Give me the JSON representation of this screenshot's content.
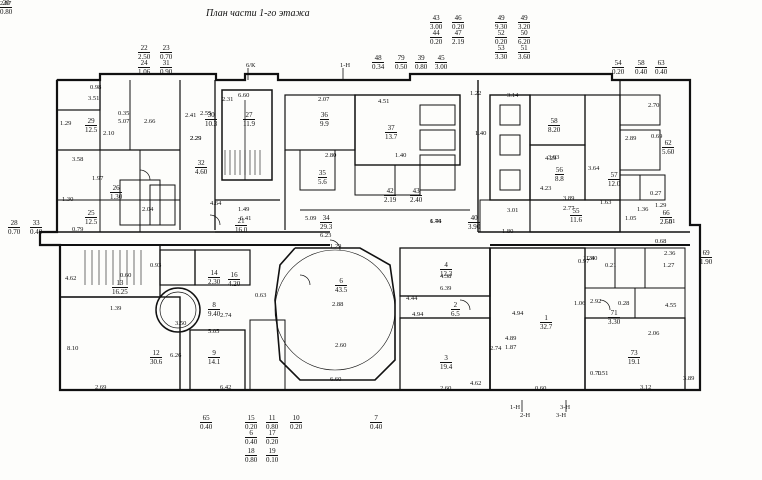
{
  "title": "План части 1-го этажа",
  "rooms": [
    {
      "num": "22",
      "area": "2.50"
    },
    {
      "num": "23",
      "area": "0.70"
    },
    {
      "num": "24",
      "area": "1.06"
    },
    {
      "num": "31",
      "area": "0.90"
    },
    {
      "num": "28",
      "area": "0.70"
    },
    {
      "num": "33",
      "area": "0.40"
    },
    {
      "num": "29",
      "area": "12.5"
    },
    {
      "num": "30",
      "area": "10.3"
    },
    {
      "num": "27",
      "area": "11.9"
    },
    {
      "num": "36",
      "area": "9.9"
    },
    {
      "num": "37",
      "area": "13.7"
    },
    {
      "num": "25",
      "area": "12.5"
    },
    {
      "num": "26",
      "area": "1.30"
    },
    {
      "num": "32",
      "area": "4.60"
    },
    {
      "num": "34",
      "area": "29.3"
    },
    {
      "num": "35",
      "area": "5.6"
    },
    {
      "num": "21",
      "area": "16.0"
    },
    {
      "num": "40",
      "area": "3.90"
    },
    {
      "num": "42",
      "area": "2.19"
    },
    {
      "num": "43",
      "area": "2.40"
    },
    {
      "num": "13",
      "area": "16.25"
    },
    {
      "num": "14",
      "area": "2.30"
    },
    {
      "num": "16",
      "area": "4.20"
    },
    {
      "num": "8",
      "area": "9.40"
    },
    {
      "num": "6",
      "area": "43.5"
    },
    {
      "num": "4",
      "area": "12.3"
    },
    {
      "num": "12",
      "area": "30.6"
    },
    {
      "num": "9",
      "area": "14.1"
    },
    {
      "num": "3",
      "area": "19.4"
    },
    {
      "num": "1",
      "area": "32.7"
    },
    {
      "num": "56",
      "area": "8.8"
    },
    {
      "num": "55",
      "area": "11.6"
    },
    {
      "num": "57",
      "area": "12.0"
    },
    {
      "num": "58",
      "area": "8.20"
    },
    {
      "num": "71",
      "area": "3.30"
    },
    {
      "num": "73",
      "area": "19.1"
    },
    {
      "num": "66",
      "area": "2.50"
    },
    {
      "num": "69",
      "area": "1.90"
    },
    {
      "num": "62",
      "area": "5.60"
    },
    {
      "num": "2",
      "area": "6.5"
    },
    {
      "num": "43",
      "area": "3.00"
    },
    {
      "num": "46",
      "area": "0.20"
    },
    {
      "num": "44",
      "area": "0.20"
    },
    {
      "num": "47",
      "area": "2.19"
    },
    {
      "num": "48",
      "area": "0.34"
    },
    {
      "num": "79",
      "area": "0.50"
    },
    {
      "num": "39",
      "area": "0.80"
    },
    {
      "num": "45",
      "area": "3.00"
    },
    {
      "num": "49",
      "area": "9.30"
    },
    {
      "num": "49",
      "area": "3.20"
    },
    {
      "num": "52",
      "area": "0.20"
    },
    {
      "num": "50",
      "area": "6.20"
    },
    {
      "num": "53",
      "area": "3.30"
    },
    {
      "num": "51",
      "area": "3.60"
    },
    {
      "num": "54",
      "area": "0.20"
    },
    {
      "num": "58",
      "area": "0.40"
    },
    {
      "num": "63",
      "area": "0.40"
    },
    {
      "num": "65",
      "area": "0.40"
    },
    {
      "num": "15",
      "area": "0.20"
    },
    {
      "num": "11",
      "area": "0.80"
    },
    {
      "num": "10",
      "area": "0.20"
    },
    {
      "num": "7",
      "area": "0.40"
    },
    {
      "num": "6",
      "area": "0.40"
    },
    {
      "num": "17",
      "area": "0.20"
    },
    {
      "num": "18",
      "area": "0.80"
    },
    {
      "num": "19",
      "area": "0.10"
    },
    {
      "num": "20",
      "area": "0.80"
    }
  ],
  "dimensions": [
    "3.51",
    "2.31",
    "2.07",
    "4.51",
    "2.29",
    "2.10",
    "5.07",
    "2.41",
    "2.66",
    "1.22",
    "0.98",
    "2.29",
    "0.35",
    "2.55",
    "1.30",
    "1.29",
    "3.58",
    "1.97",
    "0.79",
    "2.04",
    "1.49",
    "2.80",
    "1.40",
    "1.40",
    "6.46",
    "6.23",
    "5.09",
    "1.74",
    "1.29",
    "0.93",
    "4.62",
    "1.39",
    "2.74",
    "5.05",
    "3.50",
    "2.88",
    "2.60",
    "6.60",
    "4.38",
    "6.39",
    "4.44",
    "4.94",
    "2.60",
    "4.62",
    "4.94",
    "6.26",
    "8.10",
    "2.69",
    "6.42",
    "4.89",
    "4.29",
    "3.64",
    "2.06",
    "0.70",
    "1.51",
    "3.12",
    "3.89",
    "3.93",
    "4.23",
    "3.01",
    "2.77",
    "4.64",
    "6.41",
    "3.89",
    "2.89",
    "0.69",
    "0.27",
    "1.29",
    "0.68",
    "1.27",
    "1.80",
    "2.92",
    "0.21",
    "1.06",
    "1.63",
    "1.05",
    "1.51",
    "1.36",
    "2.36",
    "4.55",
    "1.24",
    "0.28",
    "1.80",
    "3.14",
    "2.70",
    "0.97",
    "1.87",
    "0.60",
    "0.60",
    "2.74",
    "0.63",
    "6.60",
    "2.07"
  ],
  "axis_marks": [
    "1-Н",
    "2-Н",
    "3-Н",
    "1-Н",
    "3-Н",
    "6/К"
  ]
}
